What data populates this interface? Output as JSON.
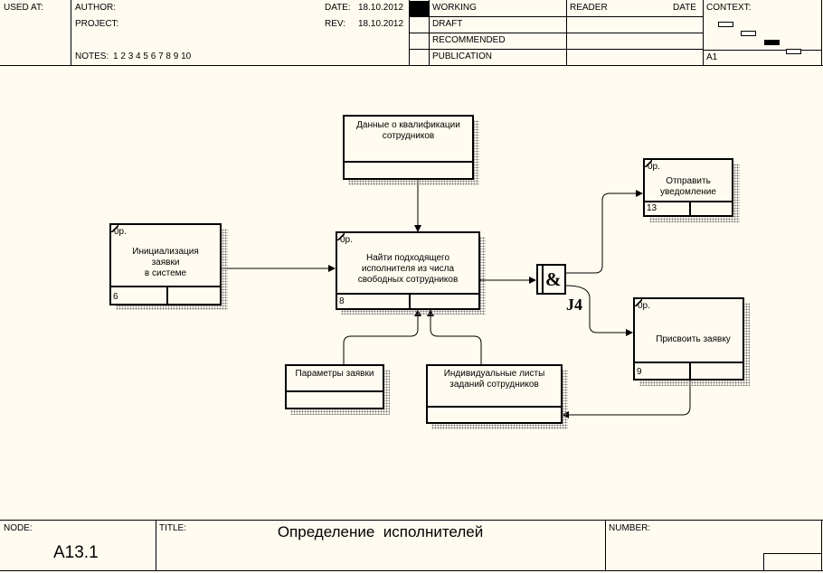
{
  "header": {
    "used_at": "USED AT:",
    "author": "AUTHOR:",
    "project": "PROJECT:",
    "notes_label": "NOTES:",
    "notes": [
      "1",
      "2",
      "3",
      "4",
      "5",
      "6",
      "7",
      "8",
      "9",
      "10"
    ],
    "date_label": "DATE:",
    "date": "18.10.2012",
    "rev_label": "REV:",
    "rev": "18.10.2012",
    "statuses": [
      "WORKING",
      "DRAFT",
      "RECOMMENDED",
      "PUBLICATION"
    ],
    "active_status": "WORKING",
    "reader": "READER",
    "date_col": "DATE",
    "context": "CONTEXT:",
    "context_node": "A1"
  },
  "diagram": {
    "boxes": {
      "init": {
        "label": "Инициализация\nзаявки\nв системе",
        "op": "0р.",
        "num": "6"
      },
      "find": {
        "label": "Найти подходящего\nисполнителя из числа\nсвободных сотрудников",
        "op": "0р.",
        "num": "8"
      },
      "notify": {
        "label": "Отправить\nуведомление",
        "op": "0р.",
        "num": "13"
      },
      "assign": {
        "label": "Присвоить заявку",
        "op": "0р.",
        "num": "9"
      },
      "qual": {
        "label": "Данные о квалификации\nсотрудников"
      },
      "params": {
        "label": "Параметры заявки"
      },
      "sheets": {
        "label": "Индивидуальные листы\nзаданий сотрудников"
      }
    },
    "junction": {
      "symbol": "&",
      "name": "J4"
    }
  },
  "footer": {
    "node_label": "NODE:",
    "node": "A13.1",
    "title_label": "TITLE:",
    "title": "Определение  исполнителей",
    "number_label": "NUMBER:"
  }
}
